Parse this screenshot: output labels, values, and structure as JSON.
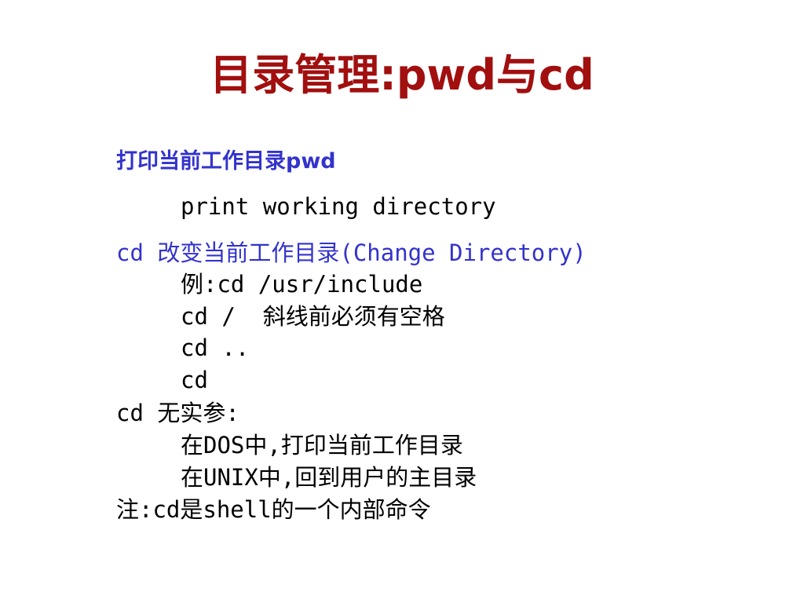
{
  "title": "目录管理:pwd与cd",
  "lines": [
    "打印当前工作目录pwd",
    "print working directory",
    "cd 改变当前工作目录(Change Directory)",
    "例:cd /usr/include",
    "cd /  斜线前必须有空格",
    "cd ..",
    "cd",
    "cd 无实参:",
    "在DOS中,打印当前工作目录",
    "在UNIX中,回到用户的主目录",
    "注:cd是shell的一个内部命令"
  ],
  "colors": {
    "title": "#a10f0f",
    "heading": "#3333cc",
    "text": "#000000"
  }
}
